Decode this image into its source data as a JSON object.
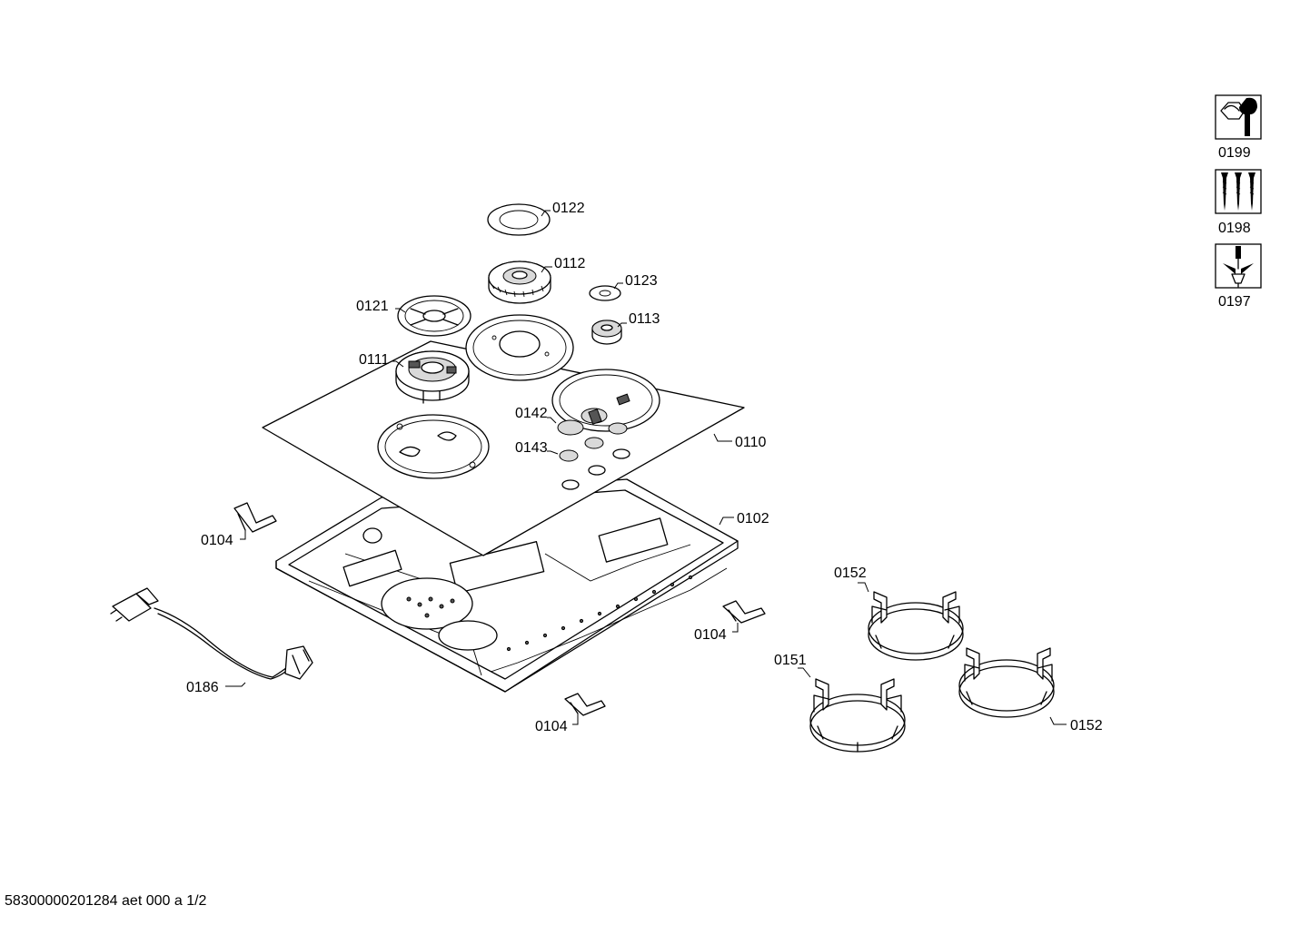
{
  "diagram": {
    "parts": {
      "p0122": "0122",
      "p0112": "0112",
      "p0123": "0123",
      "p0121": "0121",
      "p0113": "0113",
      "p0111": "0111",
      "p0142": "0142",
      "p0110": "0110",
      "p0143": "0143",
      "p0102": "0102",
      "p0104_left": "0104",
      "p0104_right": "0104",
      "p0104_bottom": "0104",
      "p0152_top": "0152",
      "p0152_right": "0152",
      "p0151": "0151",
      "p0186": "0186"
    },
    "icons": [
      {
        "name": "nut-wrench-icon",
        "label": "0199"
      },
      {
        "name": "screws-icon",
        "label": "0198"
      },
      {
        "name": "screwdriver-icon",
        "label": "0197"
      }
    ]
  },
  "footer": {
    "document_id": "58300000201284 aet 000 a 1/2"
  }
}
